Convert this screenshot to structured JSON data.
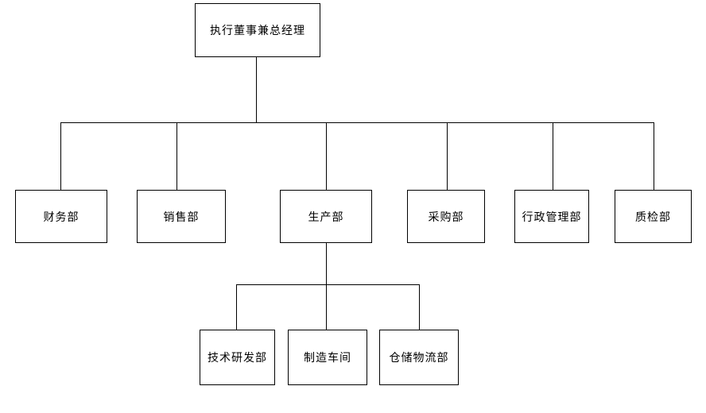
{
  "diagram": {
    "type": "org-chart",
    "line_color": "#000000",
    "box_fill": "#ffffff",
    "background": "#ffffff",
    "nodes": {
      "root": {
        "label": "执行董事兼总经理"
      },
      "finance": {
        "label": "财务部"
      },
      "sales": {
        "label": "销售部"
      },
      "production": {
        "label": "生产部"
      },
      "procurement": {
        "label": "采购部"
      },
      "admin": {
        "label": "行政管理部"
      },
      "quality": {
        "label": "质检部"
      },
      "rnd": {
        "label": "技术研发部"
      },
      "workshop": {
        "label": "制造车间"
      },
      "logistics": {
        "label": "仓储物流部"
      }
    },
    "hierarchy": {
      "root": [
        "finance",
        "sales",
        "production",
        "procurement",
        "admin",
        "quality"
      ],
      "production": [
        "rnd",
        "workshop",
        "logistics"
      ]
    }
  }
}
